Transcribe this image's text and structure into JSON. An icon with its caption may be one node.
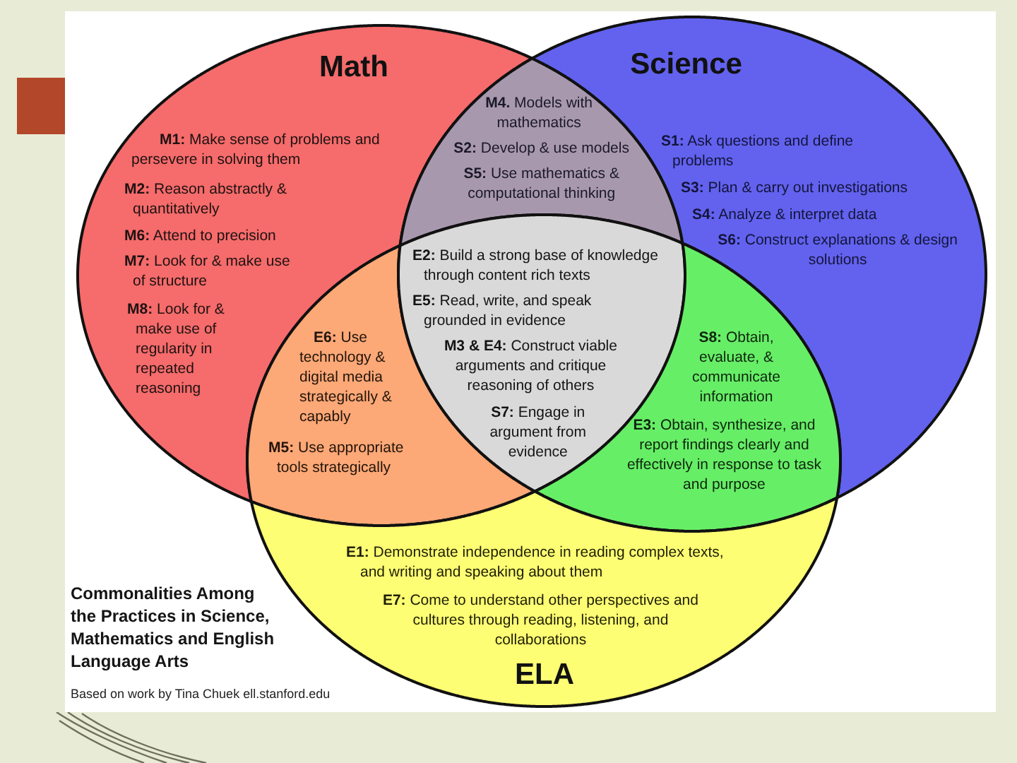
{
  "diagram": {
    "title": "Commonalities Among the Practices in Science, Mathematics and English Language Arts",
    "caption": "Based on work by Tina Chuek ell.stanford.edu",
    "nodes": [
      {
        "text": [
          "Math",
          "**M1:** Make sense of problems and persevere in solving them",
          "**M2:** Reason abstractly & quantitatively",
          "**M6:** Attend to precision",
          "**M7:** Look for & make use of structure",
          "**M8:** Look for & make use of regularity in repeated reasoning"
        ]
      },
      {
        "text": [
          "**M4.** Models with mathematics",
          "**S2:** Develop & use models",
          "**S5:** Use mathematics & computational thinking"
        ]
      },
      {
        "text": [
          "Science",
          "**S1:** Ask questions and define problems",
          "**S3:** Plan & carry out investigations",
          "**S4:** Analyze & interpret data",
          "**S6:** Construct explanations & design solutions"
        ]
      },
      {
        "text": [
          "**E6:** Use technology & digital media strategically & capably",
          "**M5:** Use appropriate tools strategically"
        ]
      },
      {
        "text": [
          "**E2:** Build a strong base of knowledge through content rich texts",
          "**E5:** Read, write, and speak grounded in evidence",
          "**M3 & E4:** Construct viable arguments and critique reasoning of others",
          "**S7:** Engage in argument from evidence"
        ]
      },
      {
        "text": [
          "**S8:** Obtain, evaluate, & communicate information",
          "**E3:** Obtain, synthesize, and report findings clearly and effectively in response to task and purpose"
        ]
      },
      {
        "text": [
          "**E1:** Demonstrate independence in reading complex texts, and writing and speaking about them",
          "**E7:** Come to understand other perspectives and cultures through reading, listening, and collaborations",
          "ELA"
        ]
      }
    ]
  }
}
